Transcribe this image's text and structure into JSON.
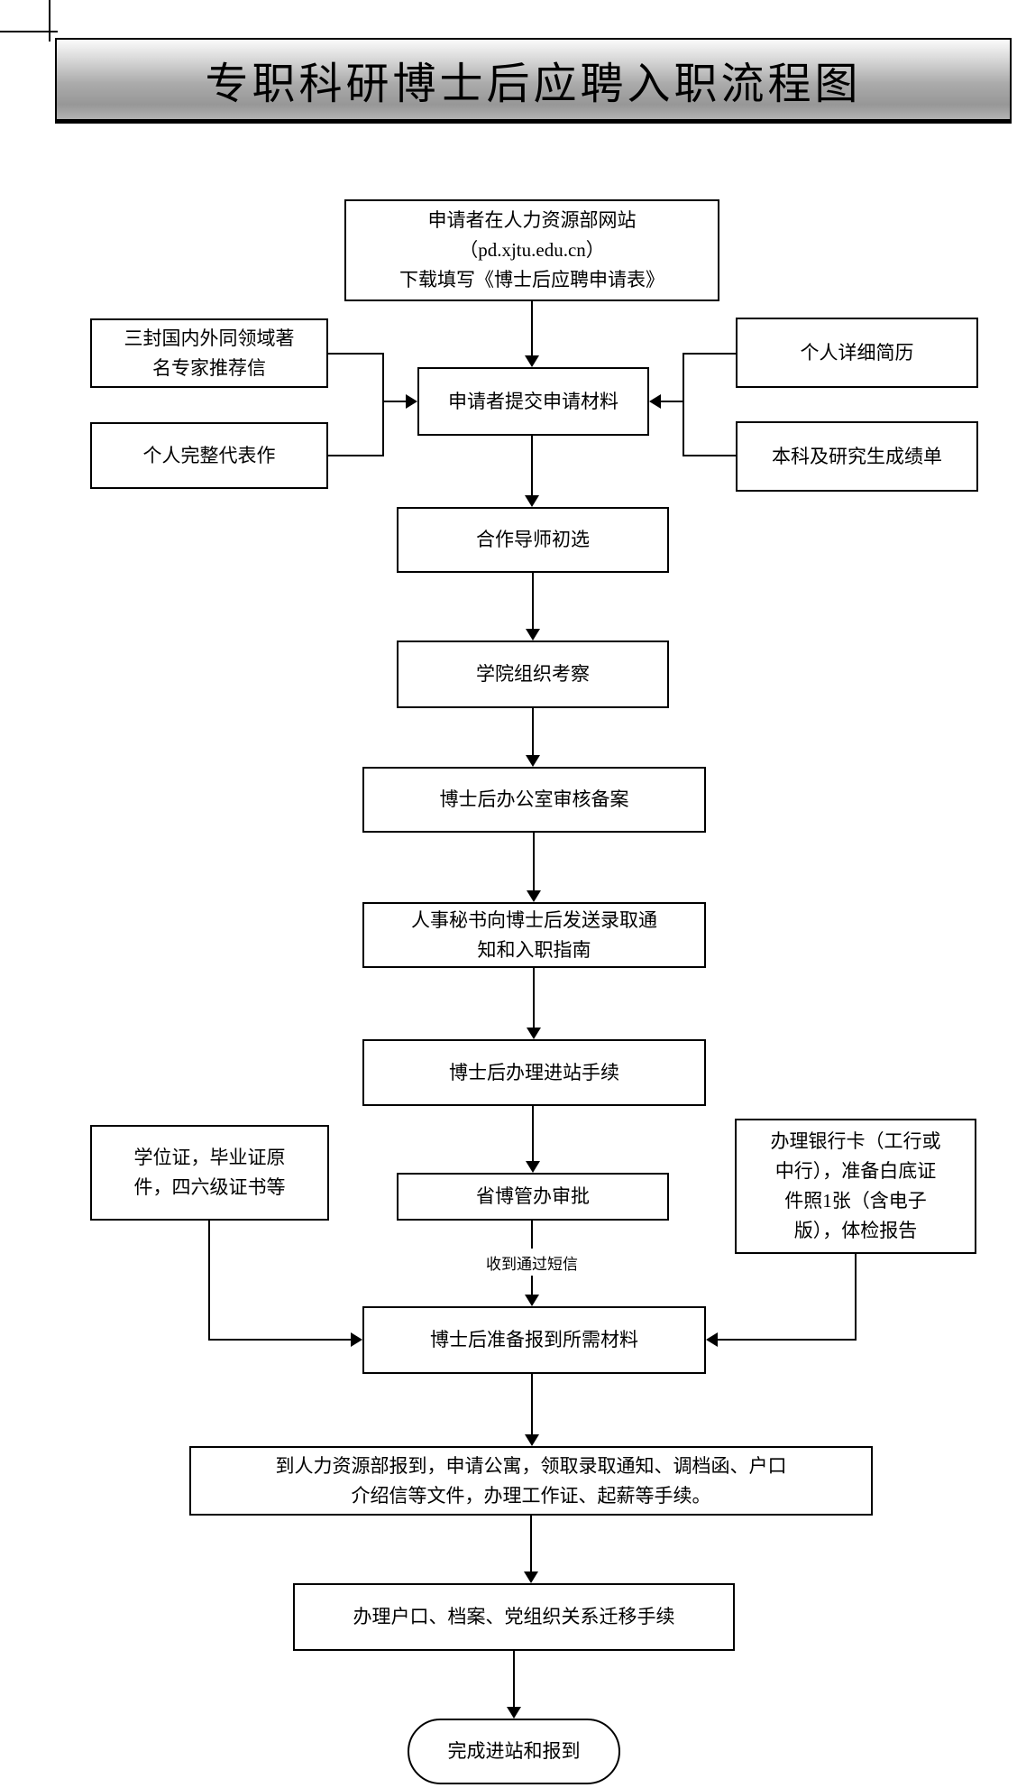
{
  "header": {
    "title": "专职科研博士后应聘入职流程图"
  },
  "nodes": {
    "download_form": "申请者在人力资源部网站\n（pd.xjtu.edu.cn）\n下载填写《博士后应聘申请表》",
    "recommendation_letters": "三封国内外同领域著\n名专家推荐信",
    "representative_works": "个人完整代表作",
    "personal_resume": "个人详细简历",
    "transcripts": "本科及研究生成绩单",
    "submit_materials": "申请者提交申请材料",
    "mentor_preselection": "合作导师初选",
    "school_inspection": "学院组织考察",
    "postdoc_office_review": "博士后办公室审核备案",
    "hr_secretary_notice": "人事秘书向博士后发送录取通\n知和入职指南",
    "entry_procedures": "博士后办理进站手续",
    "degree_certificates": "学位证，毕业证原\n件，四六级证书等",
    "province_approval": "省博管办审批",
    "bank_card_prep": "办理银行卡（工行或\n中行），准备白底证\n件照1张（含电子\n版），体检报告",
    "sms_notice": "收到通过短信",
    "prepare_materials": "博士后准备报到所需材料",
    "hr_checkin": "到人力资源部报到，申请公寓，领取录取通知、调档函、户口\n介绍信等文件，办理工作证、起薪等手续。",
    "household_transfer": "办理户口、档案、党组织关系迁移手续",
    "completion": "完成进站和报到"
  },
  "colors": {
    "line": "#000000",
    "box_border": "#000000",
    "title_gradient_top": "#fbfbfb",
    "title_gradient_bottom": "#979797"
  }
}
